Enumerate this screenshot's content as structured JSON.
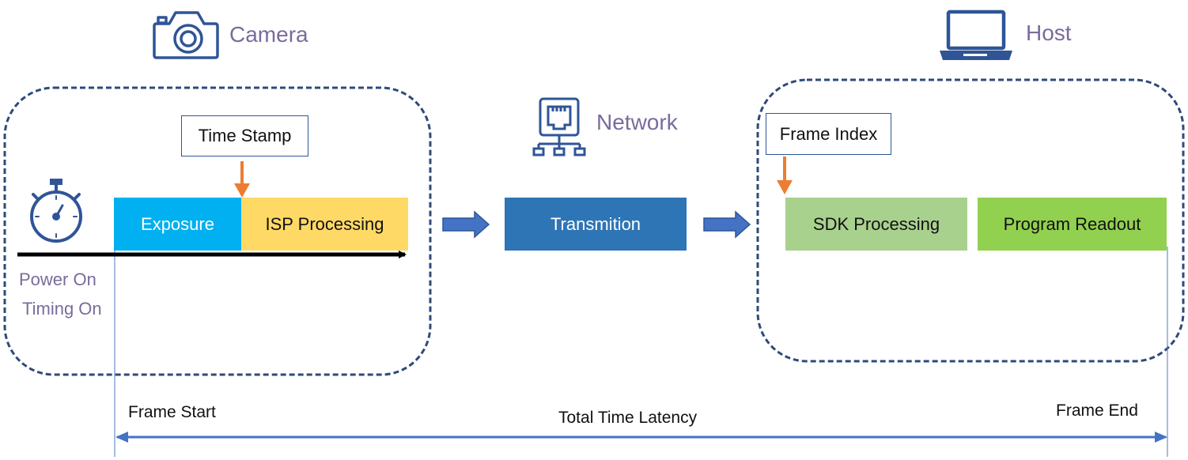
{
  "groups": {
    "camera_label": "Camera",
    "network_label": "Network",
    "host_label": "Host"
  },
  "stages": {
    "exposure": "Exposure",
    "isp": "ISP Processing",
    "transmission": "Transmition",
    "sdk": "SDK Processing",
    "program_readout": "Program Readout"
  },
  "callouts": {
    "time_stamp": "Time Stamp",
    "frame_index": "Frame Index"
  },
  "timeline": {
    "power_on": "Power On",
    "timing_on": "Timing On",
    "frame_start": "Frame Start",
    "total_latency": "Total Time Latency",
    "frame_end": "Frame End"
  },
  "colors": {
    "exposure": "#00b0f0",
    "isp": "#ffd966",
    "transmission": "#2e75b6",
    "sdk": "#a9d18e",
    "program_readout": "#92d050",
    "dashed_border": "#2f4a78",
    "icon_blue": "#2f5597",
    "callout_arrow": "#ed7d31",
    "flow_arrow": "#4472c4",
    "label_purple": "#7b6b9c"
  },
  "icons": {
    "camera": "camera-icon",
    "network": "ethernet-port-icon",
    "host": "laptop-icon",
    "timer": "stopwatch-icon"
  }
}
